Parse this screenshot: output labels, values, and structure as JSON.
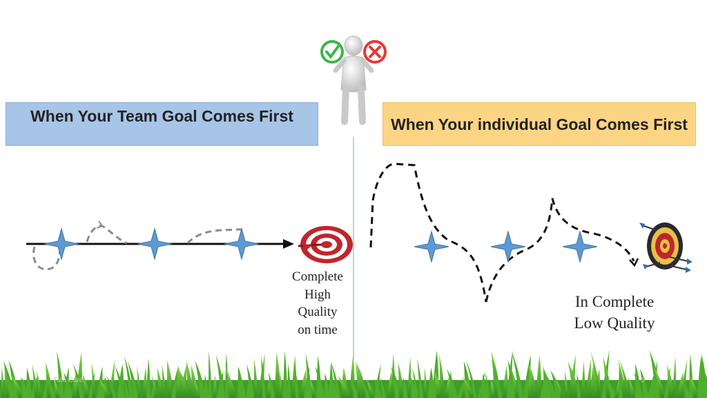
{
  "left_panel": {
    "title": "When Your Team Goal Comes First",
    "caption_lines": [
      "Complete",
      "High",
      "Quality",
      "on time"
    ]
  },
  "right_panel": {
    "title": "When Your  individual Goal Comes First",
    "caption_lines": [
      "In Complete",
      "Low Quality"
    ]
  },
  "footer": {
    "left": "Tata Core",
    "right": "5"
  },
  "colors": {
    "left_header": "#a7c5e6",
    "right_header": "#fcd584",
    "star": "#5b9bd5",
    "check": "#3cb54a",
    "cross": "#e53935",
    "target": "#c0262c",
    "grass": "#58b831"
  },
  "icons": [
    "thinking-person-icon",
    "check-icon",
    "cross-icon",
    "dartboard-icon",
    "grass-border"
  ]
}
